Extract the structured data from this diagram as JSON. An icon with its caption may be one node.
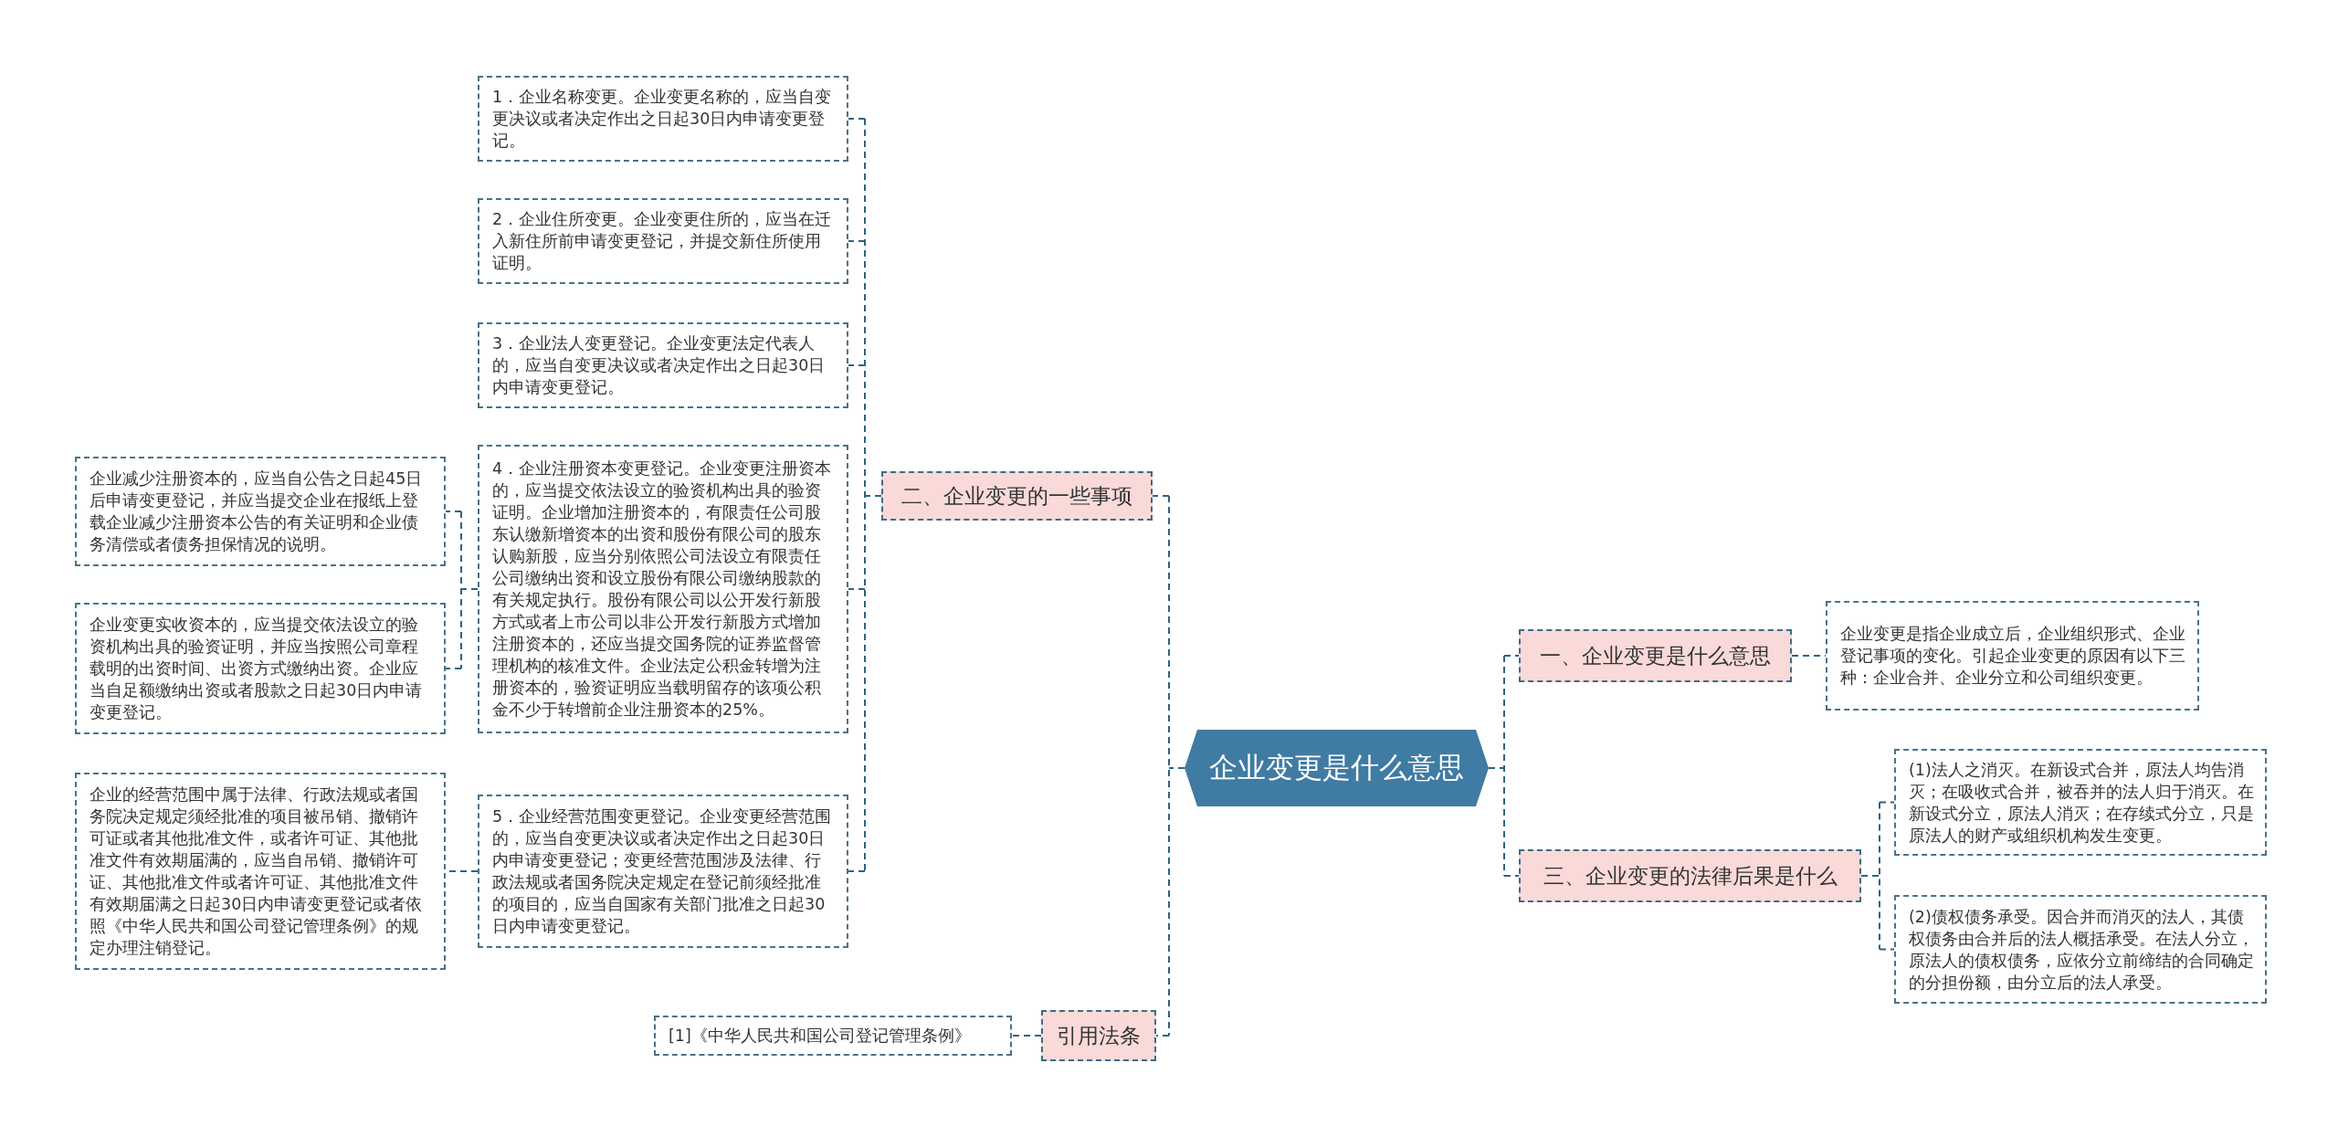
{
  "diagram": {
    "nodes": [
      {
        "text": [
          "企业变更是什么意思"
        ]
      },
      {
        "text": [
          "二、企业变更的一些事项"
        ]
      },
      {
        "text": [
          "1．企业名称变更。企业变更名称的，应当自变更决议或者决定作出之日起30日内申请变更登记。"
        ]
      },
      {
        "text": [
          "2．企业住所变更。企业变更住所的，应当在迁入新住所前申请变更登记，并提交新住所使用证明。"
        ]
      },
      {
        "text": [
          "3．企业法人变更登记。企业变更法定代表人的，应当自变更决议或者决定作出之日起30日内申请变更登记。"
        ]
      },
      {
        "text": [
          "4．企业注册资本变更登记。企业变更注册资本的，应当提交依法设立的验资机构出具的验资证明。企业增加注册资本的，有限责任公司股东认缴新增资本的出资和股份有限公司的股东认购新股，应当分别依照公司法设立有限责任公司缴纳出资和设立股份有限公司缴纳股款的有关规定执行。股份有限公司以公开发行新股方式或者上市公司以非公开发行新股方式增加注册资本的，还应当提交国务院的证券监督管理机构的核准文件。企业法定公积金转增为注册资本的，验资证明应当载明留存的该项公积金不少于转增前企业注册资本的25%。"
        ]
      },
      {
        "text": [
          "企业减少注册资本的，应当自公告之日起45日后申请变更登记，并应当提交企业在报纸上登载企业减少注册资本公告的有关证明和企业债务清偿或者债务担保情况的说明。"
        ]
      },
      {
        "text": [
          "企业变更实收资本的，应当提交依法设立的验资机构出具的验资证明，并应当按照公司章程载明的出资时间、出资方式缴纳出资。企业应当自足额缴纳出资或者股款之日起30日内申请变更登记。"
        ]
      },
      {
        "text": [
          "5．企业经营范围变更登记。企业变更经营范围的，应当自变更决议或者决定作出之日起30日内申请变更登记；变更经营范围涉及法律、行政法规或者国务院决定规定在登记前须经批准的项目的，应当自国家有关部门批准之日起30日内申请变更登记。"
        ]
      },
      {
        "text": [
          "企业的经营范围中属于法律、行政法规或者国务院决定规定须经批准的项目被吊销、撤销许可证或者其他批准文件，或者许可证、其他批准文件有效期届满的，应当自吊销、撤销许可证、其他批准文件或者许可证、其他批准文件有效期届满之日起30日内申请变更登记或者依照《中华人民共和国公司登记管理条例》的规定办理注销登记。"
        ]
      },
      {
        "text": [
          "引用法条"
        ]
      },
      {
        "text": [
          "[1]《中华人民共和国公司登记管理条例》"
        ]
      },
      {
        "text": [
          "一、企业变更是什么意思"
        ]
      },
      {
        "text": [
          "企业变更是指企业成立后，企业组织形式、企业登记事项的变化。引起企业变更的原因有以下三种：企业合并、企业分立和公司组织变更。"
        ]
      },
      {
        "text": [
          "三、企业变更的法律后果是什么"
        ]
      },
      {
        "text": [
          "(1)法人之消灭。在新设式合并，原法人均告消灭；在吸收式合并，被吞并的法人归于消灭。在新设式分立，原法人消灭；在存续式分立，只是原法人的财产或组织机构发生变更。"
        ]
      },
      {
        "text": [
          "(2)债权债务承受。因合并而消灭的法人，其债权债务由合并后的法人概括承受。在法人分立，原法人的债权债务，应依分立前缔结的合同确定的分担份额，由分立后的法人承受。"
        ]
      }
    ],
    "edges": [
      {
        "from": 0,
        "to": 1,
        "arrow": "none",
        "style": "dashed"
      },
      {
        "from": 1,
        "to": 2,
        "arrow": "none",
        "style": "dashed"
      },
      {
        "from": 1,
        "to": 3,
        "arrow": "none",
        "style": "dashed"
      },
      {
        "from": 1,
        "to": 4,
        "arrow": "none",
        "style": "dashed"
      },
      {
        "from": 1,
        "to": 5,
        "arrow": "none",
        "style": "dashed"
      },
      {
        "from": 1,
        "to": 8,
        "arrow": "none",
        "style": "dashed"
      },
      {
        "from": 5,
        "to": 6,
        "arrow": "none",
        "style": "dashed"
      },
      {
        "from": 5,
        "to": 7,
        "arrow": "none",
        "style": "dashed"
      },
      {
        "from": 8,
        "to": 9,
        "arrow": "none",
        "style": "dashed"
      },
      {
        "from": 0,
        "to": 10,
        "arrow": "none",
        "style": "dashed"
      },
      {
        "from": 10,
        "to": 11,
        "arrow": "none",
        "style": "dashed"
      },
      {
        "from": 0,
        "to": 12,
        "arrow": "none",
        "style": "dashed"
      },
      {
        "from": 12,
        "to": 13,
        "arrow": "none",
        "style": "dashed"
      },
      {
        "from": 0,
        "to": 14,
        "arrow": "none",
        "style": "dashed"
      },
      {
        "from": 14,
        "to": 15,
        "arrow": "none",
        "style": "dashed"
      },
      {
        "from": 14,
        "to": 16,
        "arrow": "none",
        "style": "dashed"
      }
    ]
  }
}
